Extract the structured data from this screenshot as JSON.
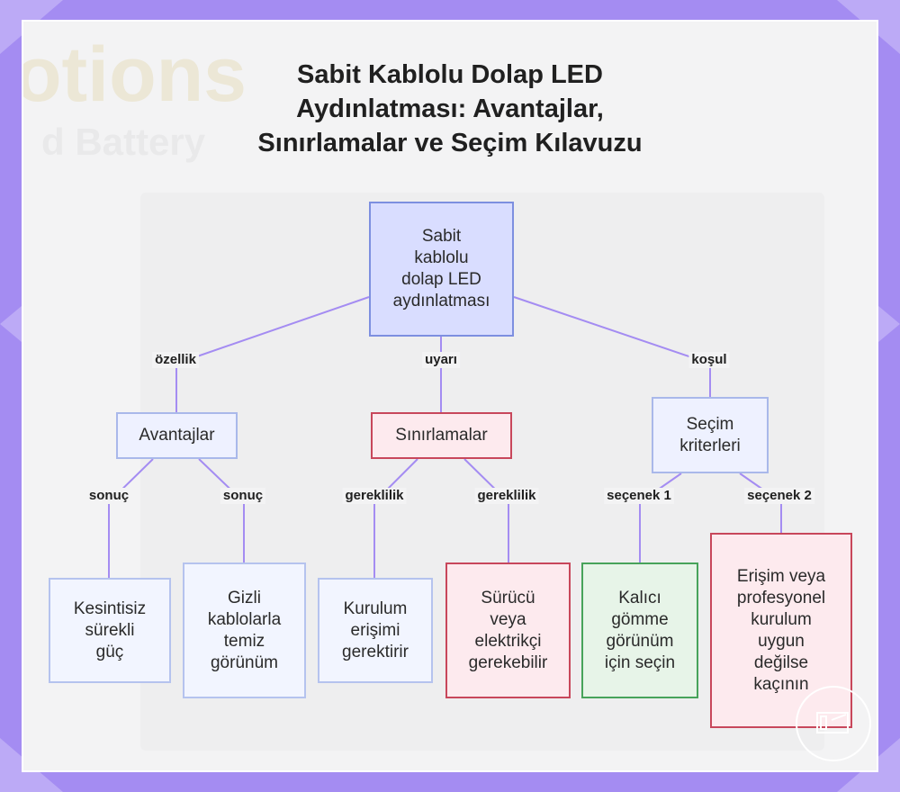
{
  "title": "Sabit Kablolu Dolap LED\nAydınlatması: Avantajlar,\nSınırlamalar ve Seçim Kılavuzu",
  "nodes": {
    "root": "Sabit\nkablolu\ndolap LED\naydınlatması",
    "advantages": "Avantajlar",
    "limitations": "Sınırlamalar",
    "criteria": "Seçim\nkriterleri",
    "continuous_power": "Kesintisiz\nsürekli\ngüç",
    "hidden_cables": "Gizli\nkablolarla\ntemiz\ngörünüm",
    "install_access": "Kurulum\nerişimi\ngerektirir",
    "driver_electrician": "Sürücü\nveya\nelektrikçi\ngerekebilir",
    "permanent_look": "Kalıcı\ngömme\ngörünüm\niçin seçin",
    "avoid_if": "Erişim veya\nprofesyonel\nkurulum\nuygun\ndeğilse\nkaçının"
  },
  "edge_labels": {
    "feature": "özellik",
    "warning": "uyarı",
    "condition": "koşul",
    "result_1": "sonuç",
    "result_2": "sonuç",
    "requirement_1": "gereklilik",
    "requirement_2": "gereklilik",
    "option_1": "seçenek 1",
    "option_2": "seçenek 2"
  },
  "colors": {
    "edge": "#a48cf2",
    "frame": "#a48cf2"
  }
}
